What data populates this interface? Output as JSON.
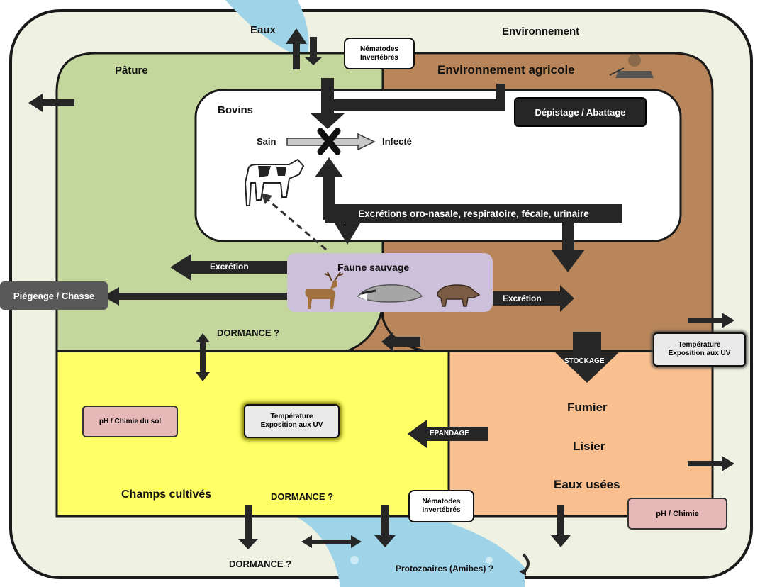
{
  "zones": {
    "environment": "Environnement",
    "water": "Eaux",
    "pasture": "Pâture",
    "farm_env": "Environnement agricole",
    "cattle": "Bovins",
    "wildlife": "Faune sauvage",
    "fields": "Champs cultivés"
  },
  "cattle_box": {
    "healthy": "Sain",
    "infected": "Infecté",
    "screening": "Dépistage / Abattage",
    "excretions": "Excrétions oro-nasale, respiratoire, fécale, urinaire"
  },
  "nematodes": {
    "line1": "Nématodes",
    "line2": "Invertébrés"
  },
  "arrows": {
    "excretion": "Excrétion",
    "storage": "STOCKAGE",
    "spreading": "EPANDAGE"
  },
  "dormance": "DORMANCE ?",
  "trapping": "Piégeage / Chasse",
  "factors": {
    "temp_line1": "Température",
    "temp_line2": "Exposition aux UV",
    "soil_ph": "pH / Chimie du sol",
    "ph": "pH / Chimie"
  },
  "manure": {
    "fumier": "Fumier",
    "lisier": "Lisier",
    "eaux_usees": "Eaux usées"
  },
  "protozoa": "Protozoaires (Amibes) ?",
  "colors": {
    "environment": "#eff2e2",
    "pasture": "#c3d69b",
    "farm": "#b8865a",
    "fields": "#ffff66",
    "manure": "#f9bf8f",
    "wildlife": "#ccc0da",
    "water": "#9fd4e8",
    "arrow": "#262626"
  }
}
